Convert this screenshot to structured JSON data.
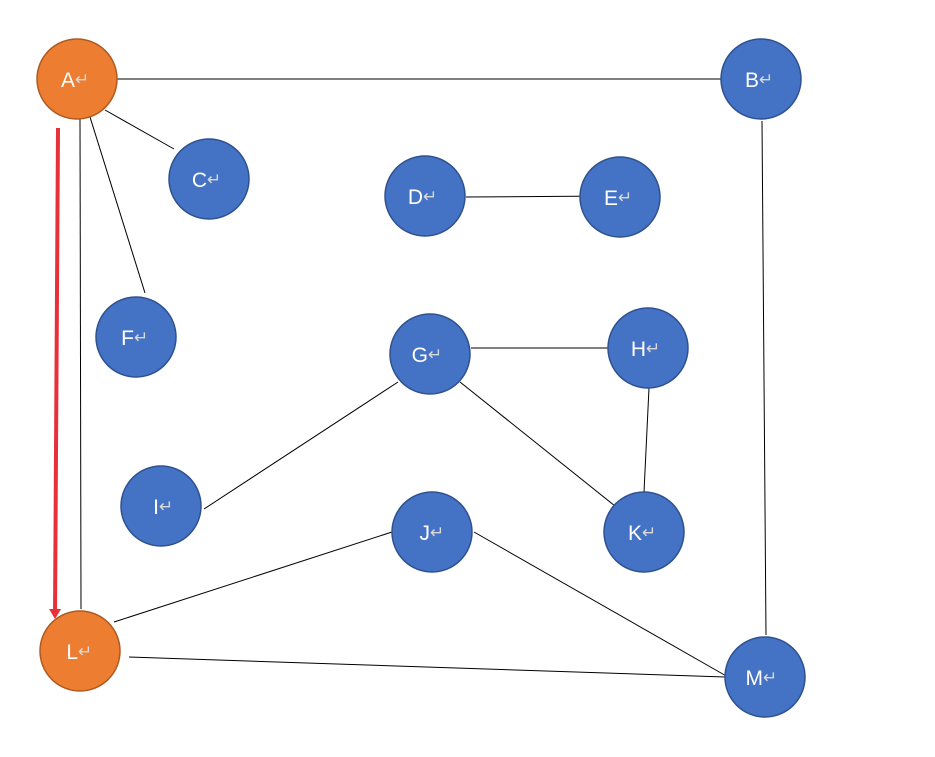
{
  "colors": {
    "node_default": "#4472c4",
    "node_default_stroke": "#2f528f",
    "node_highlight": "#ed7d31",
    "node_highlight_stroke": "#ae5a21",
    "edge": "#000000",
    "arrow": "#e8303a"
  },
  "return_symbol": "↵",
  "nodes": [
    {
      "id": "A",
      "label": "A",
      "highlighted": true
    },
    {
      "id": "B",
      "label": "B",
      "highlighted": false
    },
    {
      "id": "C",
      "label": "C",
      "highlighted": false
    },
    {
      "id": "D",
      "label": "D",
      "highlighted": false
    },
    {
      "id": "E",
      "label": "E",
      "highlighted": false
    },
    {
      "id": "F",
      "label": "F",
      "highlighted": false
    },
    {
      "id": "G",
      "label": "G",
      "highlighted": false
    },
    {
      "id": "H",
      "label": "H",
      "highlighted": false
    },
    {
      "id": "I",
      "label": "I",
      "highlighted": false
    },
    {
      "id": "J",
      "label": "J",
      "highlighted": false
    },
    {
      "id": "K",
      "label": "K",
      "highlighted": false
    },
    {
      "id": "L",
      "label": "L",
      "highlighted": true
    },
    {
      "id": "M",
      "label": "M",
      "highlighted": false
    }
  ],
  "edges": [
    {
      "from": "A",
      "to": "B"
    },
    {
      "from": "A",
      "to": "C"
    },
    {
      "from": "A",
      "to": "F"
    },
    {
      "from": "A",
      "to": "L"
    },
    {
      "from": "B",
      "to": "M"
    },
    {
      "from": "D",
      "to": "E"
    },
    {
      "from": "G",
      "to": "H"
    },
    {
      "from": "G",
      "to": "I"
    },
    {
      "from": "G",
      "to": "K"
    },
    {
      "from": "H",
      "to": "K"
    },
    {
      "from": "J",
      "to": "L"
    },
    {
      "from": "J",
      "to": "M"
    },
    {
      "from": "L",
      "to": "M"
    }
  ],
  "path_arrows": [
    {
      "from": "A",
      "to": "L"
    }
  ]
}
